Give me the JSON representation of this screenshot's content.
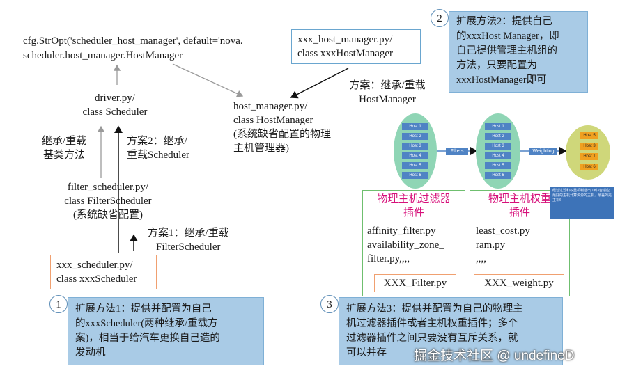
{
  "cfg_line1": "cfg.StrOpt('scheduler_host_manager', default='nova.",
  "cfg_line2": "scheduler.host_manager.HostManager",
  "xxx_host_box": {
    "line1": "xxx_host_manager.py/",
    "line2": "class xxxHostManager"
  },
  "method2": {
    "num": "2",
    "lines": [
      "扩展方法2：提供自己",
      "的xxxHost Manager，即",
      "自己提供管理主机组的",
      "方法，只要配置为",
      "xxxHostManager即可"
    ]
  },
  "scheme_host": {
    "line1": "方案：继承/重载",
    "line2": "HostManager"
  },
  "driver": {
    "line1": "driver.py/",
    "line2": "class Scheduler"
  },
  "host_manager": {
    "line1": "host_manager.py/",
    "line2": "class HostManager",
    "line3": "(系统缺省配置的物理",
    "line4": "主机管理器)"
  },
  "inherit_base": {
    "line1": "继承/重载",
    "line2": "基类方法"
  },
  "scheme2": {
    "line1": "方案2：继承/",
    "line2": "重载Scheduler"
  },
  "filter_scheduler": {
    "line1": "filter_scheduler.py/",
    "line2": "class FilterScheduler",
    "line3": "(系统缺省配置)"
  },
  "scheme1": {
    "line1": "方案1：继承/重载",
    "line2": "FilterScheduler"
  },
  "xxx_scheduler_box": {
    "line1": "xxx_scheduler.py/",
    "line2": "class xxxScheduler"
  },
  "method1": {
    "num": "1",
    "lines": [
      "扩展方法1：提供并配置为自己",
      "的xxxScheduler(两种继承/重载方",
      "案)，相当于给汽车更换自己造的",
      "发动机"
    ]
  },
  "filter_panel": {
    "title1": "物理主机过滤器",
    "title2": "插件",
    "files": [
      "affinity_filter.py",
      "availability_zone_",
      "filter.py,,,,"
    ],
    "xxx": "XXX_Filter.py"
  },
  "weight_panel": {
    "title1": "物理主机权重",
    "title2": "插件",
    "files": [
      "least_cost.py",
      "ram.py",
      ",,,,"
    ],
    "xxx": "XXX_weight.py"
  },
  "method3": {
    "num": "3",
    "lines": [
      "扩展方法3：提供并配置为自己的物理主",
      "机过滤器插件或者主机权重插件；多个",
      "过滤器插件之间只要没有互斥关系，就",
      "可以并存"
    ]
  },
  "diagram": {
    "hosts1": [
      "Host 1",
      "Host 2",
      "Host 3",
      "Host 4",
      "Host 5",
      "Host 6"
    ],
    "hosts2": [
      "Host 1",
      "Host 2",
      "Host 3",
      "Host 4",
      "Host 5",
      "Host 6"
    ],
    "hosts3": [
      "Host 5",
      "Host 3",
      "Host 1",
      "Host 6"
    ],
    "filters_label": "Filters",
    "weighting_label": "Weighting",
    "note": "经过过滤和权重机制选出 1到3台适应最好的主机计算资源的主机，最差的是主机6"
  },
  "watermark": "掘金技术社区 @ undefineD"
}
